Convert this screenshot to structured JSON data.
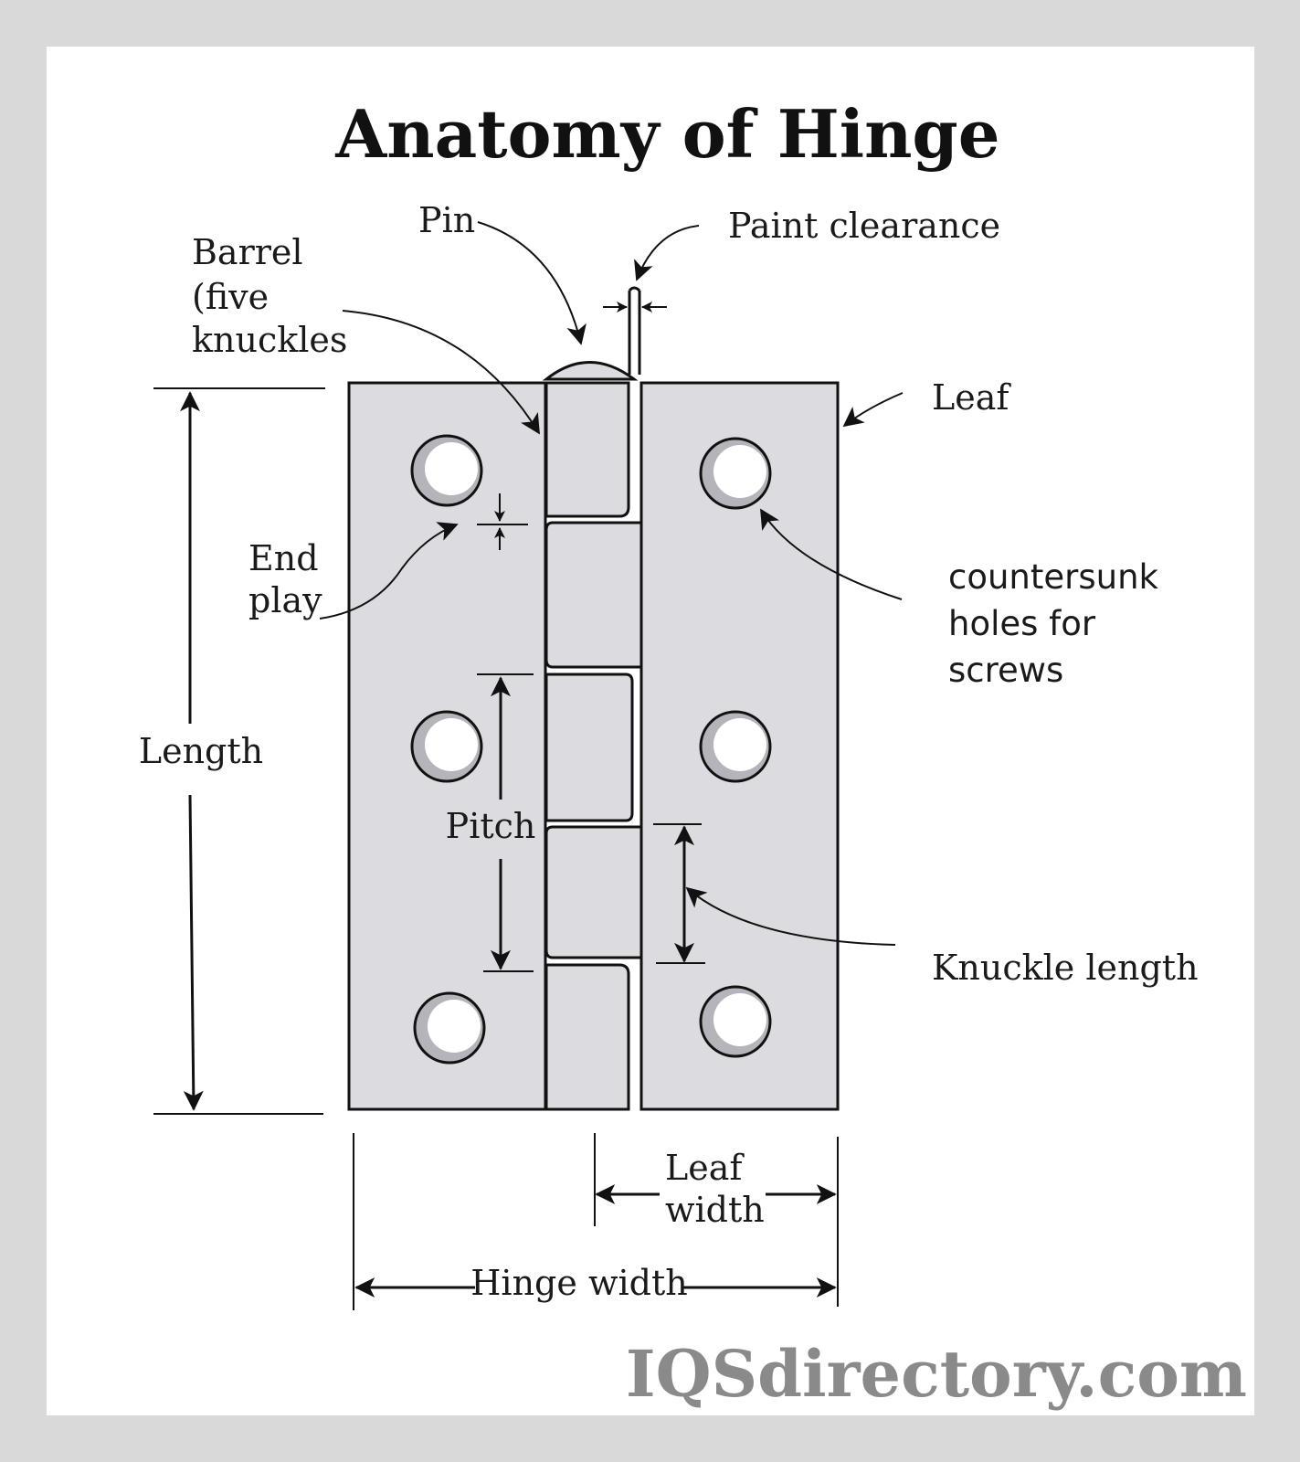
{
  "title": "Anatomy of Hinge",
  "labels": {
    "pin": "Pin",
    "paint_clearance": "Paint clearance",
    "barrel_line1": "Barrel",
    "barrel_line2": "(five",
    "barrel_line3": "knuckles",
    "leaf": "Leaf",
    "end_play_line1": "End",
    "end_play_line2": "play",
    "countersunk_line1": "countersunk",
    "countersunk_line2": "holes for",
    "countersunk_line3": "screws",
    "length": "Length",
    "pitch": "Pitch",
    "knuckle_length": "Knuckle length",
    "leaf_width_line1": "Leaf",
    "leaf_width_line2": "width",
    "hinge_width": "Hinge width"
  },
  "logo": "IQSdirectory.com",
  "colors": {
    "leaf_fill": "#dcdce0",
    "border": "#d9d9d9",
    "logo": "#8a8a8a"
  }
}
